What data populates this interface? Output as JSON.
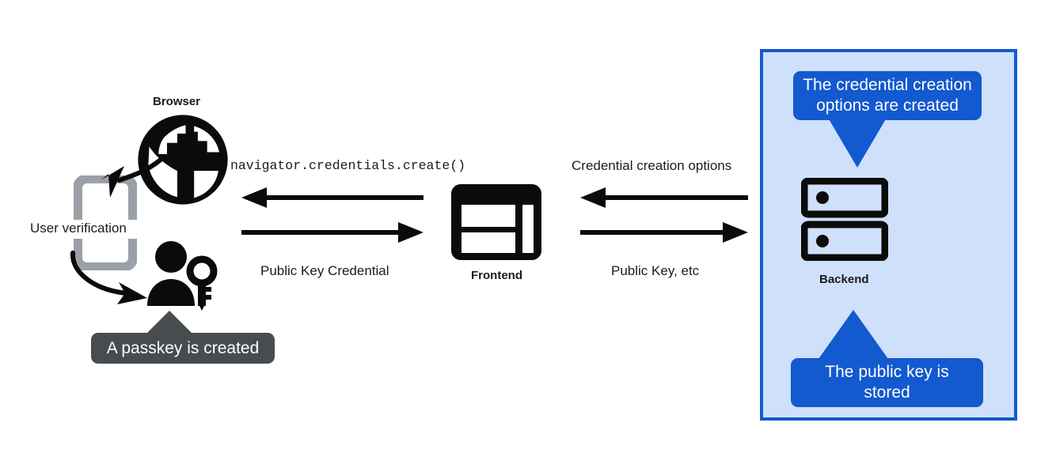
{
  "diagram": {
    "title": "WebAuthn passkey registration flow",
    "colors": {
      "accent_blue": "#1359cf",
      "panel_fill": "#cfe0fb",
      "callout_gray": "#494c4e",
      "icon_black": "#0b0b0b",
      "phone_gray": "#9aa0a6"
    }
  },
  "browser": {
    "label": "Browser",
    "icon": "globe-icon"
  },
  "frontend": {
    "label": "Frontend",
    "icon": "dashboard-window-icon"
  },
  "backend": {
    "label": "Backend",
    "icon": "server-rack-icon"
  },
  "device": {
    "verification_label": "User verification",
    "phone_icon": "smartphone-icon",
    "user_key_icon": "user-with-key-icon"
  },
  "callouts": {
    "passkey_created": "A passkey is created",
    "credential_options_created": "The credential creation\noptions are created",
    "public_key_stored": "The public key is\nstored"
  },
  "flows": {
    "browser_frontend": {
      "top_label": "navigator.credentials.create()",
      "top_direction": "left",
      "bottom_label": "Public Key Credential",
      "bottom_direction": "right"
    },
    "frontend_backend": {
      "top_label": "Credential creation options",
      "top_direction": "left",
      "bottom_label": "Public Key, etc",
      "bottom_direction": "right"
    }
  }
}
